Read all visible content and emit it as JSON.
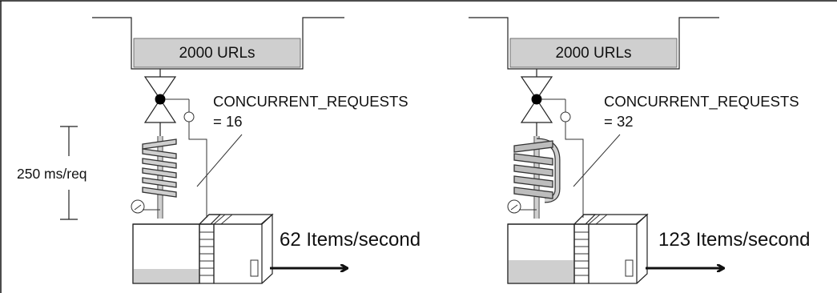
{
  "colors": {
    "fill_gray": "#cfcfcf",
    "coil_gray": "#bdbdbd",
    "stroke": "#222222"
  },
  "left": {
    "queue_label": "2000 URLs",
    "concurrency_label_line1": "CONCURRENT_REQUESTS",
    "concurrency_label_line2": "= 16",
    "throughput_label": "62 Items/second",
    "latency_label": "250 ms/req"
  },
  "right": {
    "queue_label": "2000 URLs",
    "concurrency_label_line1": "CONCURRENT_REQUESTS",
    "concurrency_label_line2": "= 32",
    "throughput_label": "123 Items/second"
  }
}
